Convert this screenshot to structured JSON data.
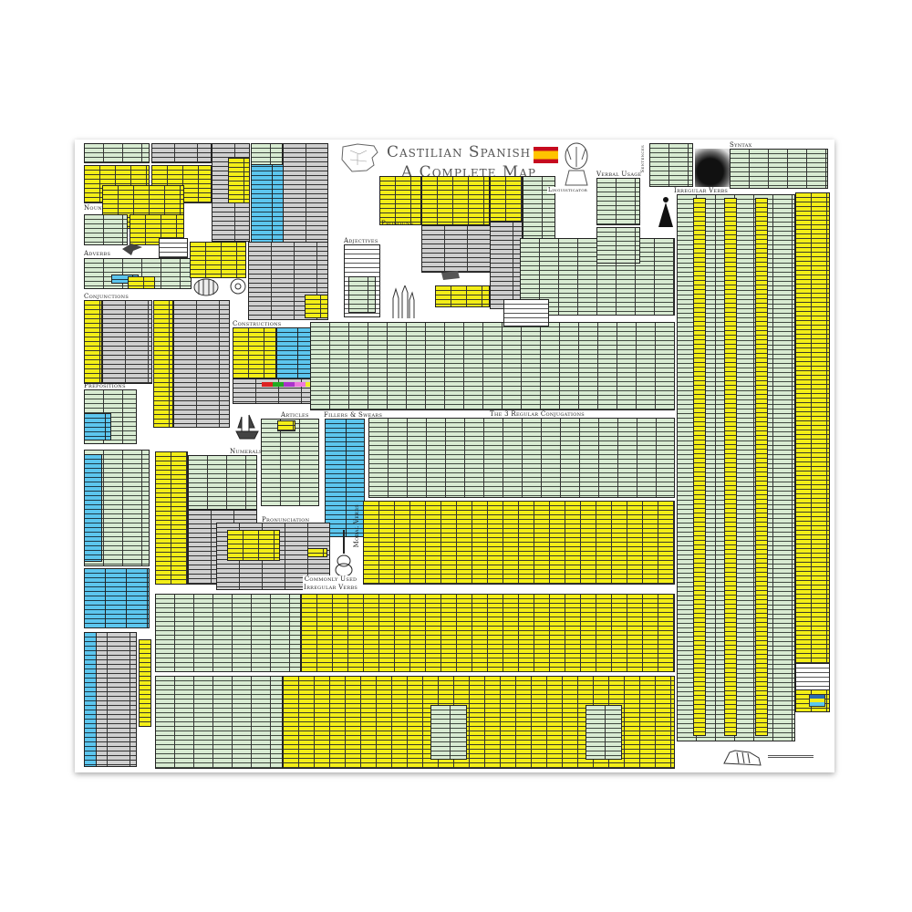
{
  "poster": {
    "title_line1": "Castilian Spanish",
    "title_line2": "A Complete Map",
    "brand": "Linguisticator"
  },
  "sections": {
    "nouns": "Nouns",
    "adverbs": "Adverbs",
    "conjunctions": "Conjunctions",
    "prepositions": "Prepositions",
    "constructions": "Constructions",
    "adjectives": "Adjectives",
    "pronouns": "Pronouns",
    "verbal_usage": "Verbal Usage",
    "syntax": "Syntax",
    "irregular_verbs": "Irregular Verbs",
    "articles": "Articles",
    "fillers_swears": "Fillers & Swears",
    "regular_conjugations": "The 3 Regular Conjugations",
    "numerals": "Numerals",
    "pronunciation": "Pronunciation",
    "modal_verbs": "Modal Verbs",
    "common_irregular_line1": "Commonly Used",
    "common_irregular_line2": "Irregular Verbs",
    "sentences": "Sentences"
  },
  "colors": {
    "yellow": "#f3ee17",
    "green": "#d8ebd2",
    "blue": "#5cc6ee",
    "gray": "#cfcfcf",
    "flag_red": "#c60b1e",
    "flag_yellow": "#ffc400"
  }
}
